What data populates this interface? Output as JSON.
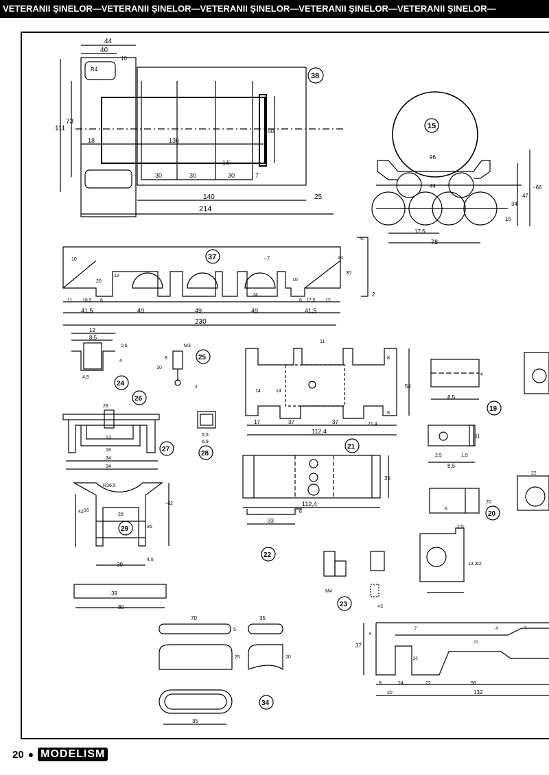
{
  "header": {
    "banner_text": "VETERANII ŞINELOR—VETERANII ŞINELOR—VETERANII ŞINELOR—VETERANII ŞINELOR—VETERANII ŞINELOR—"
  },
  "footer": {
    "page_number": "20",
    "magazine": "MODELISM"
  },
  "parts": {
    "p38": "38",
    "p15": "15",
    "p37": "37",
    "p24": "24",
    "p25": "25",
    "p21": "21",
    "p19": "19",
    "p26": "26",
    "p27": "27",
    "p28": "28",
    "p22": "22",
    "p20": "20",
    "p29": "29",
    "p23": "23",
    "p34": "34"
  },
  "dims": {
    "d38": [
      "44",
      "40",
      "10",
      "R4",
      "111",
      "73",
      "18",
      "136",
      "50",
      "1,5",
      "30",
      "30",
      "30",
      "7",
      "140",
      "25",
      "214"
    ],
    "d15": [
      "96",
      "44",
      "17,5",
      "78",
      "15",
      "34",
      "47",
      "~66"
    ],
    "d37": [
      "10",
      "14",
      "30",
      "~7",
      "12",
      "20",
      "10",
      "24",
      "11",
      "18,5",
      "6",
      "6",
      "17,5",
      "12",
      "41,5",
      "49",
      "49",
      "49",
      "41,5",
      "230",
      "40",
      "2"
    ],
    "d24": [
      "12",
      "8,5",
      "0,6",
      "4",
      "4,5"
    ],
    "d25": [
      "M3",
      "8",
      "10",
      "4"
    ],
    "d21": [
      "11",
      "8",
      "54",
      "14",
      "14",
      "8",
      "17",
      "37",
      "37",
      "21,4",
      "112,4"
    ],
    "d19": [
      "4",
      "8,5",
      "11",
      "2,5",
      "1,5",
      "8,5"
    ],
    "d27": [
      "28",
      "13",
      "18",
      "34",
      "34"
    ],
    "d28": [
      "5,5",
      "6,9"
    ],
    "d21b": [
      "112,4",
      "35"
    ],
    "d22": [
      "33",
      "6"
    ],
    "d20": [
      "22",
      "20",
      "6",
      "2,5",
      "13,2",
      "22"
    ],
    "d29": [
      "42",
      "16",
      "28",
      "35",
      "39",
      "~62",
      "4,5",
      "R36,5"
    ],
    "d23": [
      "M4",
      "4:5"
    ],
    "d29b": [
      "39",
      "80"
    ],
    "d34": [
      "70",
      "35",
      "5",
      "25",
      "20",
      "35"
    ],
    "d_right": [
      "37",
      "6",
      "7",
      "4",
      "7",
      "21",
      "20",
      "24",
      "22",
      "56",
      "8",
      "20",
      "132"
    ]
  }
}
